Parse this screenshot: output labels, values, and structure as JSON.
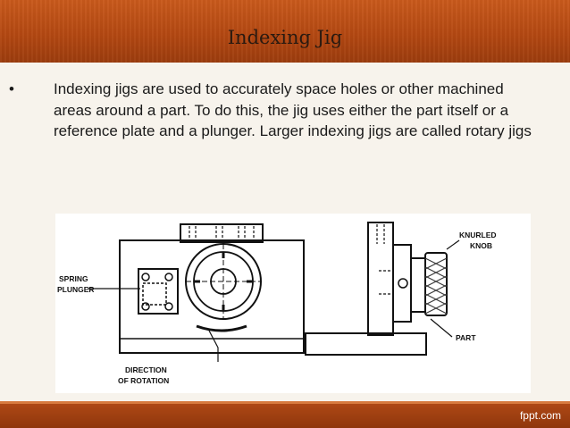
{
  "slide": {
    "title": "Indexing Jig",
    "bullet": "Indexing jigs are used to accurately space holes or other machined areas around a part. To do this, the jig uses either the part itself or a reference plate and a plunger. Larger indexing jigs are called rotary jigs"
  },
  "figure": {
    "labels": {
      "spring": "SPRING",
      "plunger": "PLUNGER",
      "direction": "DIRECTION",
      "of_rotation": "OF ROTATION",
      "knurled": "KNURLED",
      "knob": "KNOB",
      "part": "PART"
    }
  },
  "footer": {
    "brand": "fppt.com"
  }
}
